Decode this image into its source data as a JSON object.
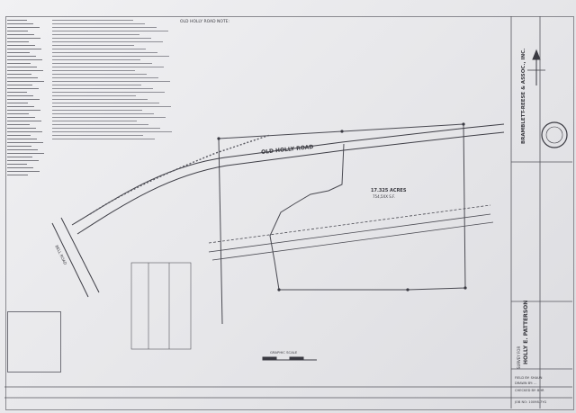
{
  "plat": {
    "sheet_title": "OLD HOLLY ROAD",
    "area_label": "17.325 ACRES",
    "area_sub": "754,5XX S.F.",
    "road_label": "GRAPHIC SCALE",
    "survey_for_label": "SURVEY FOR",
    "owner_name": "HOLLY E. PATTERSON",
    "firm_name": "BRAMBLETT-REESE & ASSOC., INC.",
    "notes_heading": "OLD HOLLY ROAD NOTE:",
    "side_road_label": "BELL ROAD",
    "title_block_rows": [
      "FIELD BY: SHAUN",
      "DRAWN BY: ...",
      "CHECKED BY: BHR",
      "JOB NO: 10098-7YG"
    ]
  },
  "colors": {
    "paper": "#ececee",
    "ink": "#2f2f35",
    "line": "#5a5a62"
  }
}
